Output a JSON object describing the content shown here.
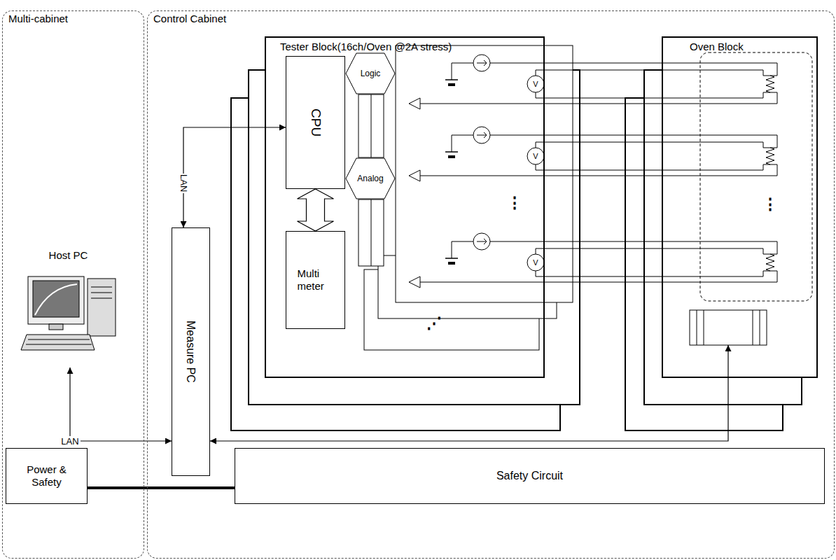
{
  "diagram": {
    "nodes": [
      {
        "text": [
          "Multi-cabinet"
        ]
      },
      {
        "text": [
          "Control Cabinet"
        ]
      },
      {
        "text": [
          "Host PC"
        ],
        "in": 0
      },
      {
        "text": [
          "Power & Safety"
        ],
        "in": 0
      },
      {
        "text": [
          "Tester Block(16ch/Oven @2A stress)"
        ],
        "in": 1
      },
      {
        "text": [
          "CPU"
        ],
        "in": 4
      },
      {
        "text": [
          "Multi meter"
        ],
        "in": 4
      },
      {
        "text": [
          "Logic"
        ],
        "in": 4
      },
      {
        "text": [
          "Analog"
        ],
        "in": 4
      },
      {
        "text": [
          "Oven Block"
        ],
        "in": 1
      },
      {
        "text": [
          "Measure PC"
        ],
        "in": 1
      },
      {
        "text": [
          "Safety Circuit"
        ],
        "in": 1
      }
    ],
    "edges": [
      {
        "from": 2,
        "to": 10,
        "arrow": "both",
        "label": "LAN"
      },
      {
        "from": 10,
        "to": 5,
        "arrow": "both",
        "label": "LAN"
      },
      {
        "from": 10,
        "to": 9,
        "arrow": "both"
      },
      {
        "from": 5,
        "to": 6,
        "arrow": "both"
      },
      {
        "from": 3,
        "to": 11,
        "arrow": "none"
      }
    ],
    "labels": [
      "V",
      "V",
      "V",
      "⋮",
      "⋮",
      "⋰"
    ]
  }
}
